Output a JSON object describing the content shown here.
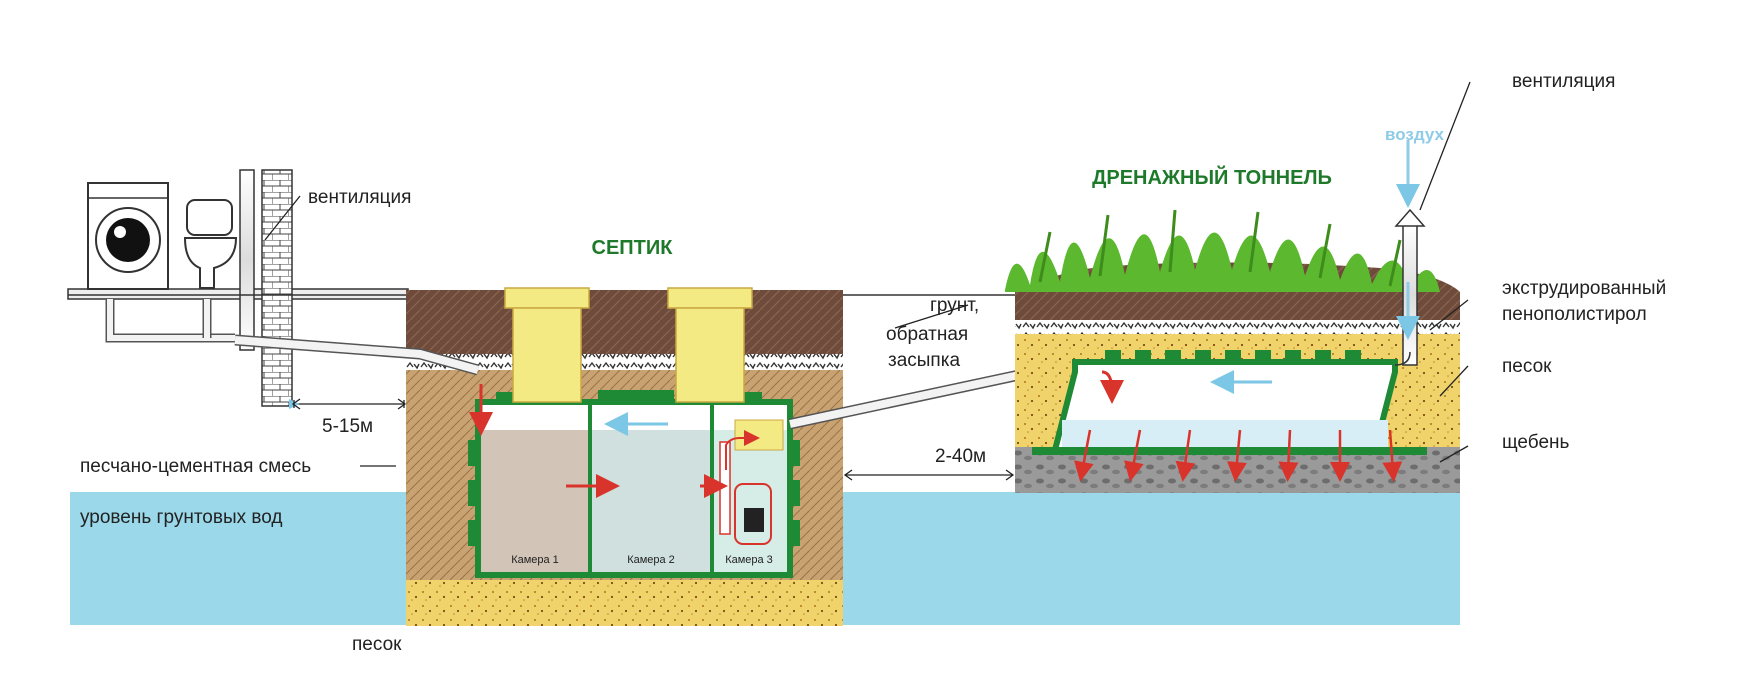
{
  "title_septic": "СЕПТИК",
  "title_drainage": "ДРЕНАЖНЫЙ ТОННЕЛЬ",
  "labels": {
    "ventilation_house": "вентиляция",
    "ventilation_tunnel": "вентиляция",
    "air": "воздух",
    "soil_line1": "грунт,",
    "soil_line2": "обратная",
    "soil_line3": "засыпка",
    "foam_line1": "экструдированный",
    "foam_line2": "пенополистирол",
    "sand_right": "песок",
    "gravel": "щебень",
    "sand_cement": "песчано-цементная смесь",
    "groundwater": "уровень грунтовых вод",
    "sand_bottom": "песок",
    "dist_house": "5-15м",
    "dist_tunnel": "2-40м"
  },
  "chambers": [
    "Камера 1",
    "Камера 2",
    "Камера 3"
  ],
  "colors": {
    "groundwater": "#9bd9ea",
    "soil": "#6e4b3a",
    "sand": "#f1d36b",
    "sand_cement": "#c8a271",
    "tank_green": "#1f8a35",
    "lid_yellow": "#f4ea84",
    "gravel": "#9a9a9a",
    "flow_red": "#d9342b",
    "flow_blue": "#7cc6e6",
    "grass": "#5cb82e"
  }
}
